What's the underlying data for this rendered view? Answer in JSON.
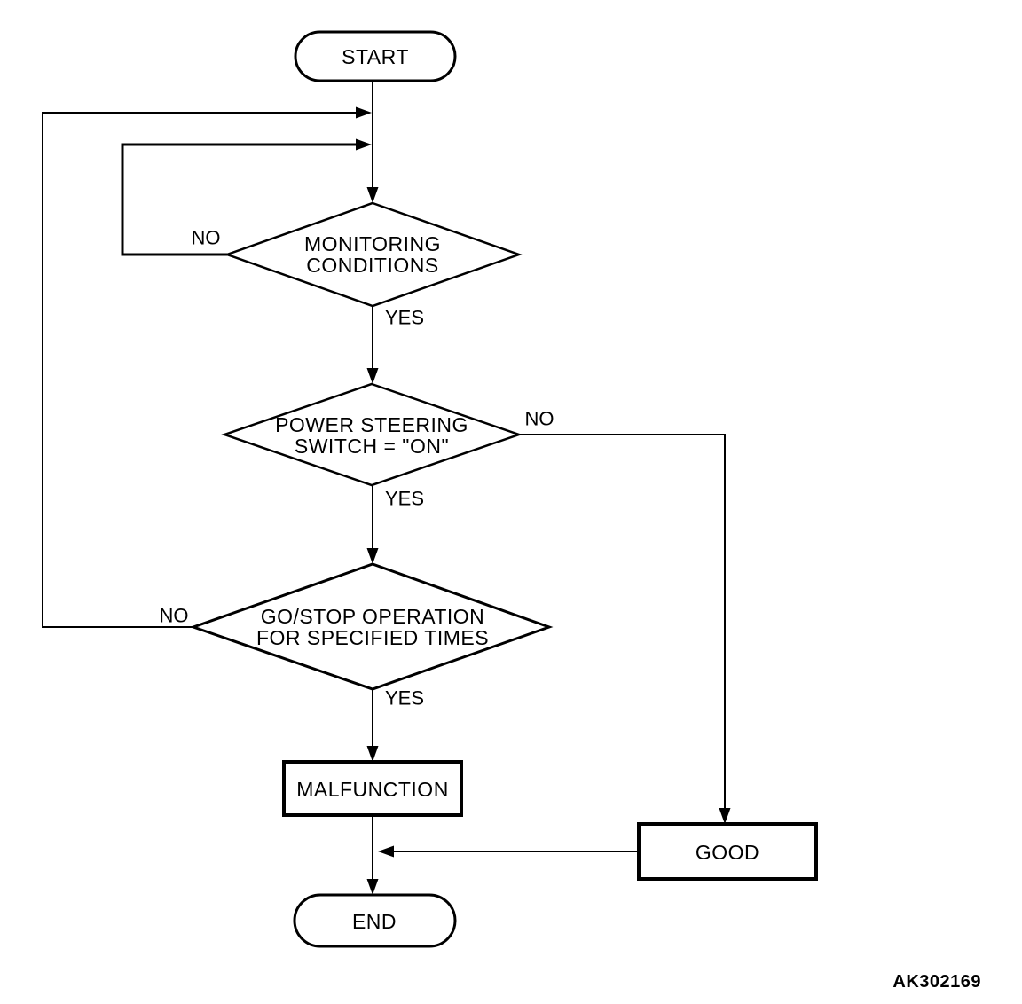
{
  "diagram": {
    "nodes": {
      "start": {
        "label": "START"
      },
      "monitoring": {
        "line1": "MONITORING",
        "line2": "CONDITIONS"
      },
      "power_steering": {
        "line1": "POWER STEERING",
        "line2": "SWITCH = \"ON\""
      },
      "go_stop": {
        "line1": "GO/STOP OPERATION",
        "line2": "FOR SPECIFIED TIMES"
      },
      "malfunction": {
        "label": "MALFUNCTION"
      },
      "good": {
        "label": "GOOD"
      },
      "end": {
        "label": "END"
      }
    },
    "edges": {
      "monitoring_no": "NO",
      "monitoring_yes": "YES",
      "power_no": "NO",
      "power_yes": "YES",
      "go_stop_no": "NO",
      "go_stop_yes": "YES"
    },
    "figure_id": "AK302169",
    "colors": {
      "line": "#000000",
      "background": "#ffffff",
      "text": "#000000"
    }
  }
}
